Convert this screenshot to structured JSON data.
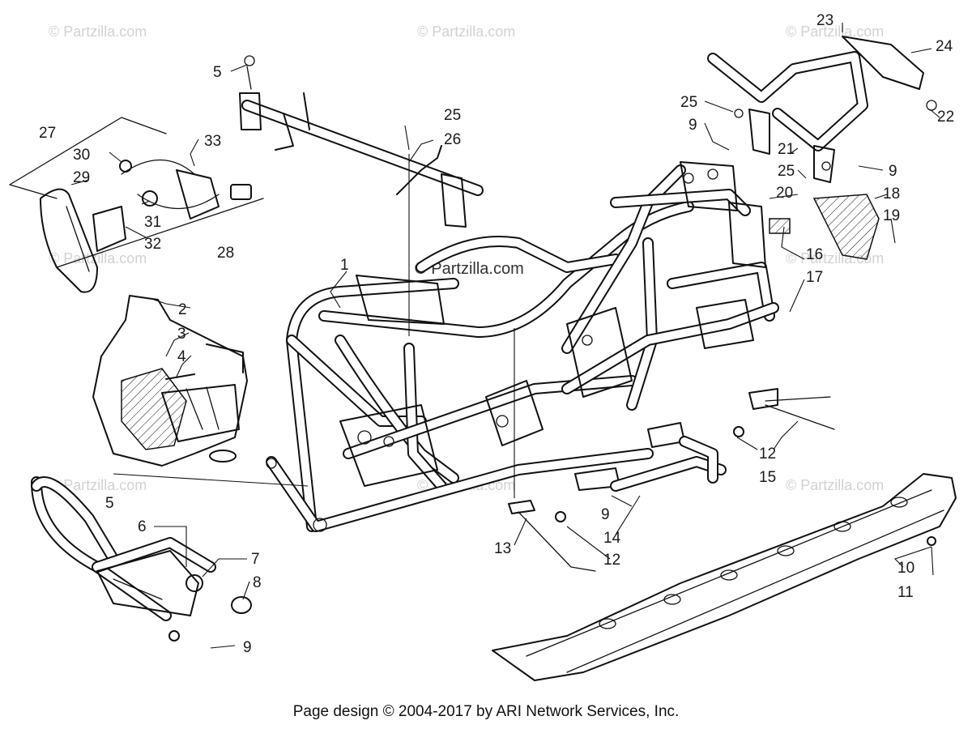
{
  "watermark": "© Partzilla.com",
  "footer": "Page design © 2004-2017 by ARI Network Services, Inc.",
  "callouts": {
    "c1": "1",
    "c2": "2",
    "c3": "3",
    "c4": "4",
    "c5a": "5",
    "c5b": "5",
    "c6": "6",
    "c7": "7",
    "c8": "8",
    "c9a": "9",
    "c9b": "9",
    "c9c": "9",
    "c9d": "9",
    "c10": "10",
    "c11": "11",
    "c12a": "12",
    "c12b": "12",
    "c13": "13",
    "c14": "14",
    "c15": "15",
    "c16": "16",
    "c17": "17",
    "c18": "18",
    "c19": "19",
    "c20": "20",
    "c21": "21",
    "c22": "22",
    "c23": "23",
    "c24": "24",
    "c25a": "25",
    "c25b": "25",
    "c25c": "25",
    "c26": "26",
    "c27": "27",
    "c28": "28",
    "c29": "29",
    "c30": "30",
    "c31": "31",
    "c32": "32",
    "c33": "33"
  }
}
